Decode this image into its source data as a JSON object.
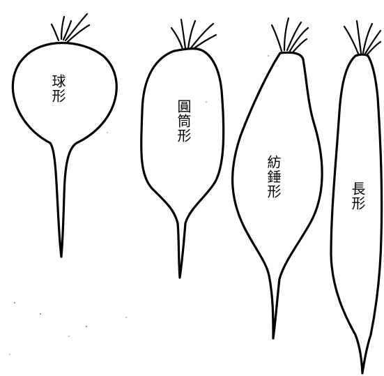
{
  "shapes": [
    {
      "id": "spherical",
      "label": "球形"
    },
    {
      "id": "cylindrical",
      "label": "圓筒形"
    },
    {
      "id": "spindle",
      "label": "紡錘形"
    },
    {
      "id": "long",
      "label": "長形"
    }
  ],
  "colors": {
    "ink": "#000000",
    "paper": "#ffffff"
  }
}
